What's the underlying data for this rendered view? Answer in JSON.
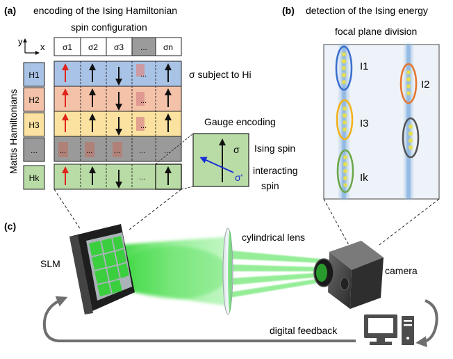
{
  "panel_a": {
    "tag": "(a)",
    "title": "encoding of the Ising Hamiltonian",
    "subtitle": "spin configuration",
    "axis_x": "x",
    "axis_y": "y",
    "columns": [
      "σ1",
      "σ2",
      "σ3",
      "...",
      "σn"
    ],
    "rows": [
      "H1",
      "H2",
      "H3",
      "...",
      "Hk"
    ],
    "row_colors": [
      "#a9c3e6",
      "#f3c2a8",
      "#fbe2a0",
      "#9a9a9a",
      "#b9dca6"
    ],
    "side_label": "Mattis Hamiltonians",
    "annotation": "σ subject to Hi",
    "gauge": {
      "title": "Gauge encoding",
      "sigma": "σ",
      "sigma_prime": "σ'",
      "ising_label": "Ising spin",
      "interacting_label_1": "interacting",
      "interacting_label_2": "spin"
    }
  },
  "panel_b": {
    "tag": "(b)",
    "title": "detection of the Ising energy",
    "subtitle": "focal plane division",
    "spot_labels": [
      "I1",
      "I2",
      "I3",
      "Ik"
    ]
  },
  "panel_c": {
    "tag": "(c)",
    "slm": "SLM",
    "lens": "cylindrical lens",
    "camera": "camera",
    "feedback": "digital feedback"
  },
  "colors": {
    "red_spin": "#e0241b",
    "blue_spin": "#1a2ed8",
    "beam": "#27d42b",
    "ellipse_I1": "#3a6fcf",
    "ellipse_I2": "#e5762f",
    "ellipse_I3": "#f2b21a",
    "ellipse_I4": "#555555",
    "ellipse_Ik": "#6ca84a"
  },
  "icons": [
    "up-arrow-icon",
    "down-arrow-icon",
    "computer-icon",
    "feedback-arrow-icon"
  ]
}
